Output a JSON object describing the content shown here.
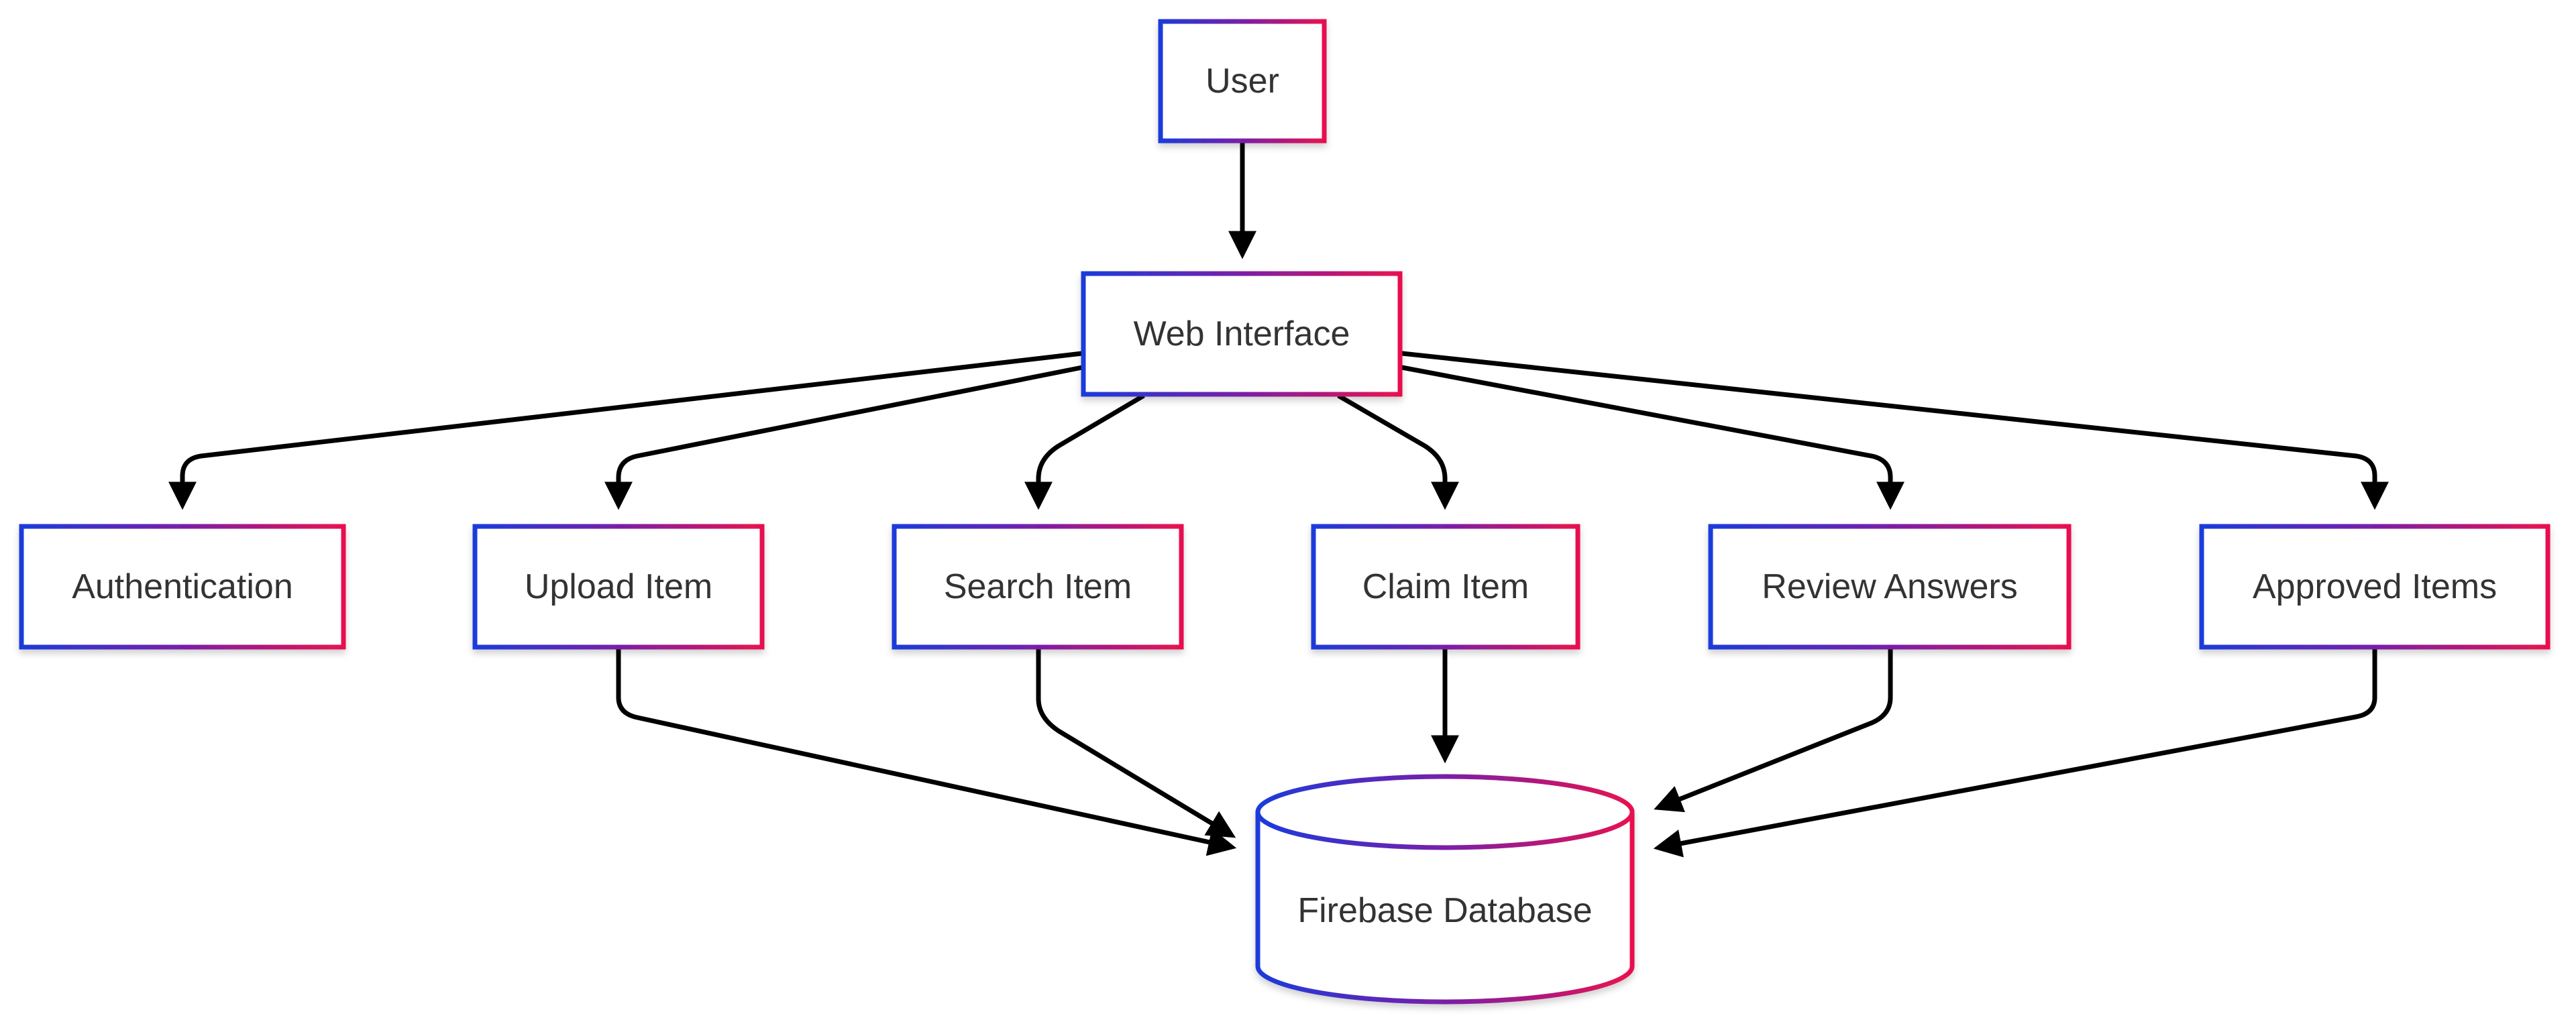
{
  "diagram": {
    "colors": {
      "gradient_start": "#1a3bdb",
      "gradient_mid": "#7a1fa8",
      "gradient_end": "#e8114f",
      "edge": "#000000",
      "text": "#333333"
    },
    "nodes": {
      "user": "User",
      "web_interface": "Web Interface",
      "authentication": "Authentication",
      "upload_item": "Upload Item",
      "search_item": "Search Item",
      "claim_item": "Claim Item",
      "review_answers": "Review Answers",
      "approved_items": "Approved Items",
      "firebase_database": "Firebase Database"
    },
    "edges": [
      {
        "from": "User",
        "to": "Web Interface"
      },
      {
        "from": "Web Interface",
        "to": "Authentication"
      },
      {
        "from": "Web Interface",
        "to": "Upload Item"
      },
      {
        "from": "Web Interface",
        "to": "Search Item"
      },
      {
        "from": "Web Interface",
        "to": "Claim Item"
      },
      {
        "from": "Web Interface",
        "to": "Review Answers"
      },
      {
        "from": "Web Interface",
        "to": "Approved Items"
      },
      {
        "from": "Upload Item",
        "to": "Firebase Database"
      },
      {
        "from": "Search Item",
        "to": "Firebase Database"
      },
      {
        "from": "Claim Item",
        "to": "Firebase Database"
      },
      {
        "from": "Review Answers",
        "to": "Firebase Database"
      },
      {
        "from": "Approved Items",
        "to": "Firebase Database"
      }
    ]
  }
}
